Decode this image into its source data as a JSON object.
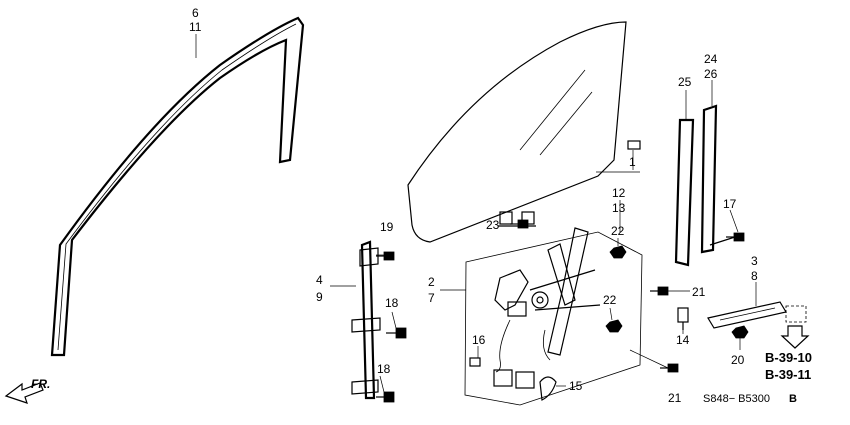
{
  "diagram": {
    "callouts": {
      "c6": "6",
      "c11": "11",
      "c24": "24",
      "c26": "26",
      "c25": "25",
      "c1": "1",
      "c12": "12",
      "c13": "13",
      "c23": "23",
      "c19": "19",
      "c4": "4",
      "c9": "9",
      "c18a": "18",
      "c18b": "18",
      "c2": "2",
      "c7": "7",
      "c22a": "22",
      "c22b": "22",
      "c21a": "21",
      "c21b": "21",
      "c16": "16",
      "c15": "15",
      "c14": "14",
      "c17": "17",
      "c3": "3",
      "c8": "8",
      "c20": "20"
    },
    "refs": {
      "ref1": "B-39-10",
      "ref2": "B-39-11"
    },
    "direction_label": "FR.",
    "diagram_code": "S848− B5300",
    "diagram_code_suffix": "B"
  }
}
